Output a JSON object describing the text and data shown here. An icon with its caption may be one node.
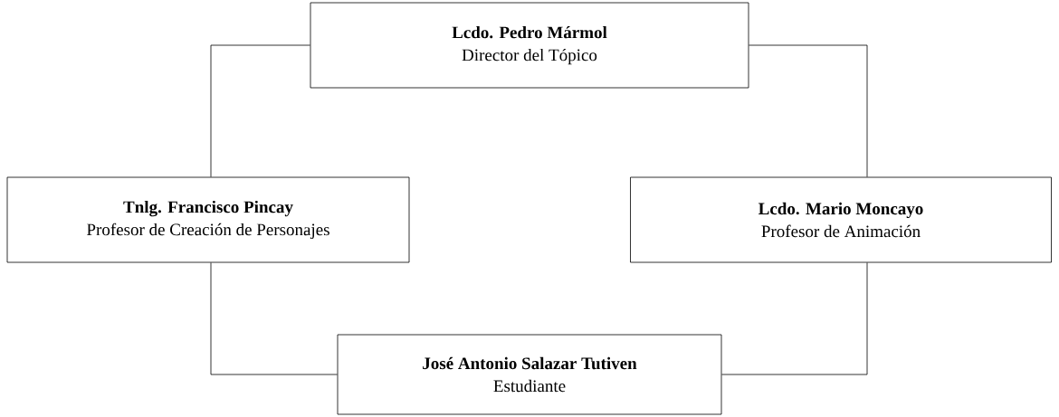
{
  "diagram": {
    "nodes": [
      {
        "text": [
          "Lcdo. Pedro Mármol",
          "Director del Tópico"
        ]
      },
      {
        "text": [
          "Tnlg. Francisco Pincay",
          "Profesor de Creación de Personajes"
        ]
      },
      {
        "text": [
          "Lcdo. Mario Moncayo",
          "Profesor de Animación"
        ]
      },
      {
        "text": [
          "José Antonio Salazar Tutiven",
          "Estudiante"
        ]
      }
    ],
    "edges": [
      {
        "from": 0,
        "to": 1,
        "arrow": "none"
      },
      {
        "from": 0,
        "to": 2,
        "arrow": "none"
      },
      {
        "from": 1,
        "to": 3,
        "arrow": "none"
      },
      {
        "from": 2,
        "to": 3,
        "arrow": "none"
      }
    ]
  }
}
